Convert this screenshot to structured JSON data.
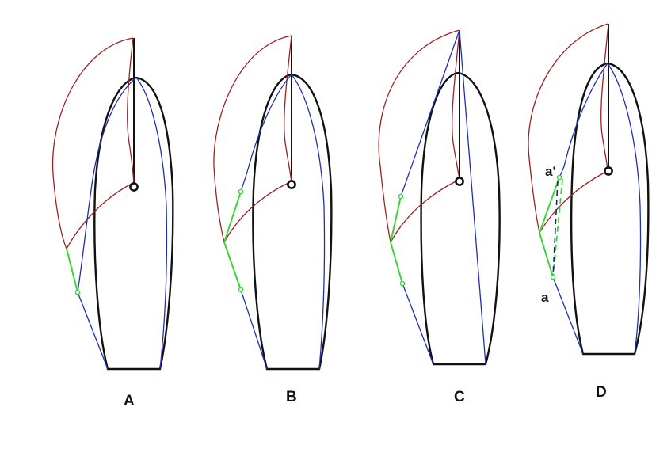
{
  "panels": [
    {
      "id": "A",
      "caption": "A"
    },
    {
      "id": "B",
      "caption": "B"
    },
    {
      "id": "C",
      "caption": "C"
    },
    {
      "id": "D",
      "caption": "D",
      "point_labels": [
        "a'",
        "a"
      ]
    }
  ],
  "colors": {
    "hull": "#111111",
    "sail_curve": "#9b2222",
    "rigging": "#1f2fb0",
    "pole_segment": "#39d639",
    "dashed_dark": "#222266"
  }
}
